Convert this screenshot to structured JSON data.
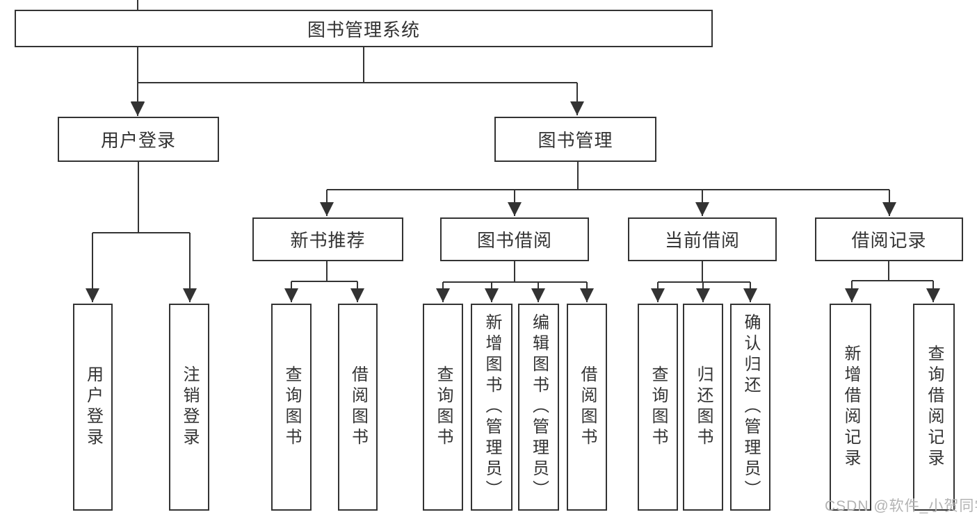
{
  "diagram_type": "hierarchy-tree",
  "tree": {
    "label": "图书管理系统",
    "children": [
      {
        "label": "用户登录",
        "children": [
          {
            "label": "用户登录"
          },
          {
            "label": "注销登录"
          }
        ]
      },
      {
        "label": "图书管理",
        "children": [
          {
            "label": "新书推荐",
            "children": [
              {
                "label": "查询图书"
              },
              {
                "label": "借阅图书"
              }
            ]
          },
          {
            "label": "图书借阅",
            "children": [
              {
                "label": "查询图书"
              },
              {
                "label": "新增图书（管理员）"
              },
              {
                "label": "编辑图书（管理员）"
              },
              {
                "label": "借阅图书"
              }
            ]
          },
          {
            "label": "当前借阅",
            "children": [
              {
                "label": "查询图书"
              },
              {
                "label": "归还图书"
              },
              {
                "label": "确认归还（管理员）"
              }
            ]
          },
          {
            "label": "借阅记录",
            "children": [
              {
                "label": "新增借阅记录"
              },
              {
                "label": "查询借阅记录"
              }
            ]
          }
        ]
      }
    ]
  },
  "watermark": {
    "text": "CSDN @软件_小贺同学"
  },
  "colors": {
    "line": "#333333",
    "text": "#333333",
    "background": "#ffffff",
    "watermark": "#b3b3b3"
  }
}
